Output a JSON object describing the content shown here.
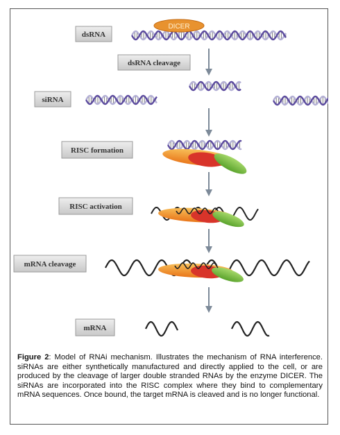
{
  "labels": {
    "dsrna": "dsRNA",
    "dsrna_cleavage": "dsRNA cleavage",
    "sirna": "siRNA",
    "risc_formation": "RISC formation",
    "risc_activation": "RISC activation",
    "mrna_cleavage": "mRNA cleavage",
    "mrna": "mRNA",
    "dicer": "DICER"
  },
  "caption": {
    "figure_label": "Figure 2",
    "text": ": Model of RNAi mechanism. Illustrates the mechanism of RNA interference. siRNAs are either synthetically manufactured and directly applied to the cell, or are produced by the cleavage of larger double stranded RNAs by the enzyme DICER. The siRNAs are incorporated into the RISC complex where they bind to complementary mRNA sequences. Once bound, the target mRNA is cleaved and is no longer functional."
  },
  "colors": {
    "label_box": "#d9d9d9",
    "label_border": "#9a9a9a",
    "strand": "#5b4a9e",
    "strand_light": "#b4b0d6",
    "rung": "#7a7a7a",
    "dicer": "#e8922f",
    "risc_orange": "#f39b1f",
    "risc_red": "#d8342a",
    "risc_green": "#7cc142",
    "arrow": "#7d8a99",
    "mrna": "#222222"
  }
}
